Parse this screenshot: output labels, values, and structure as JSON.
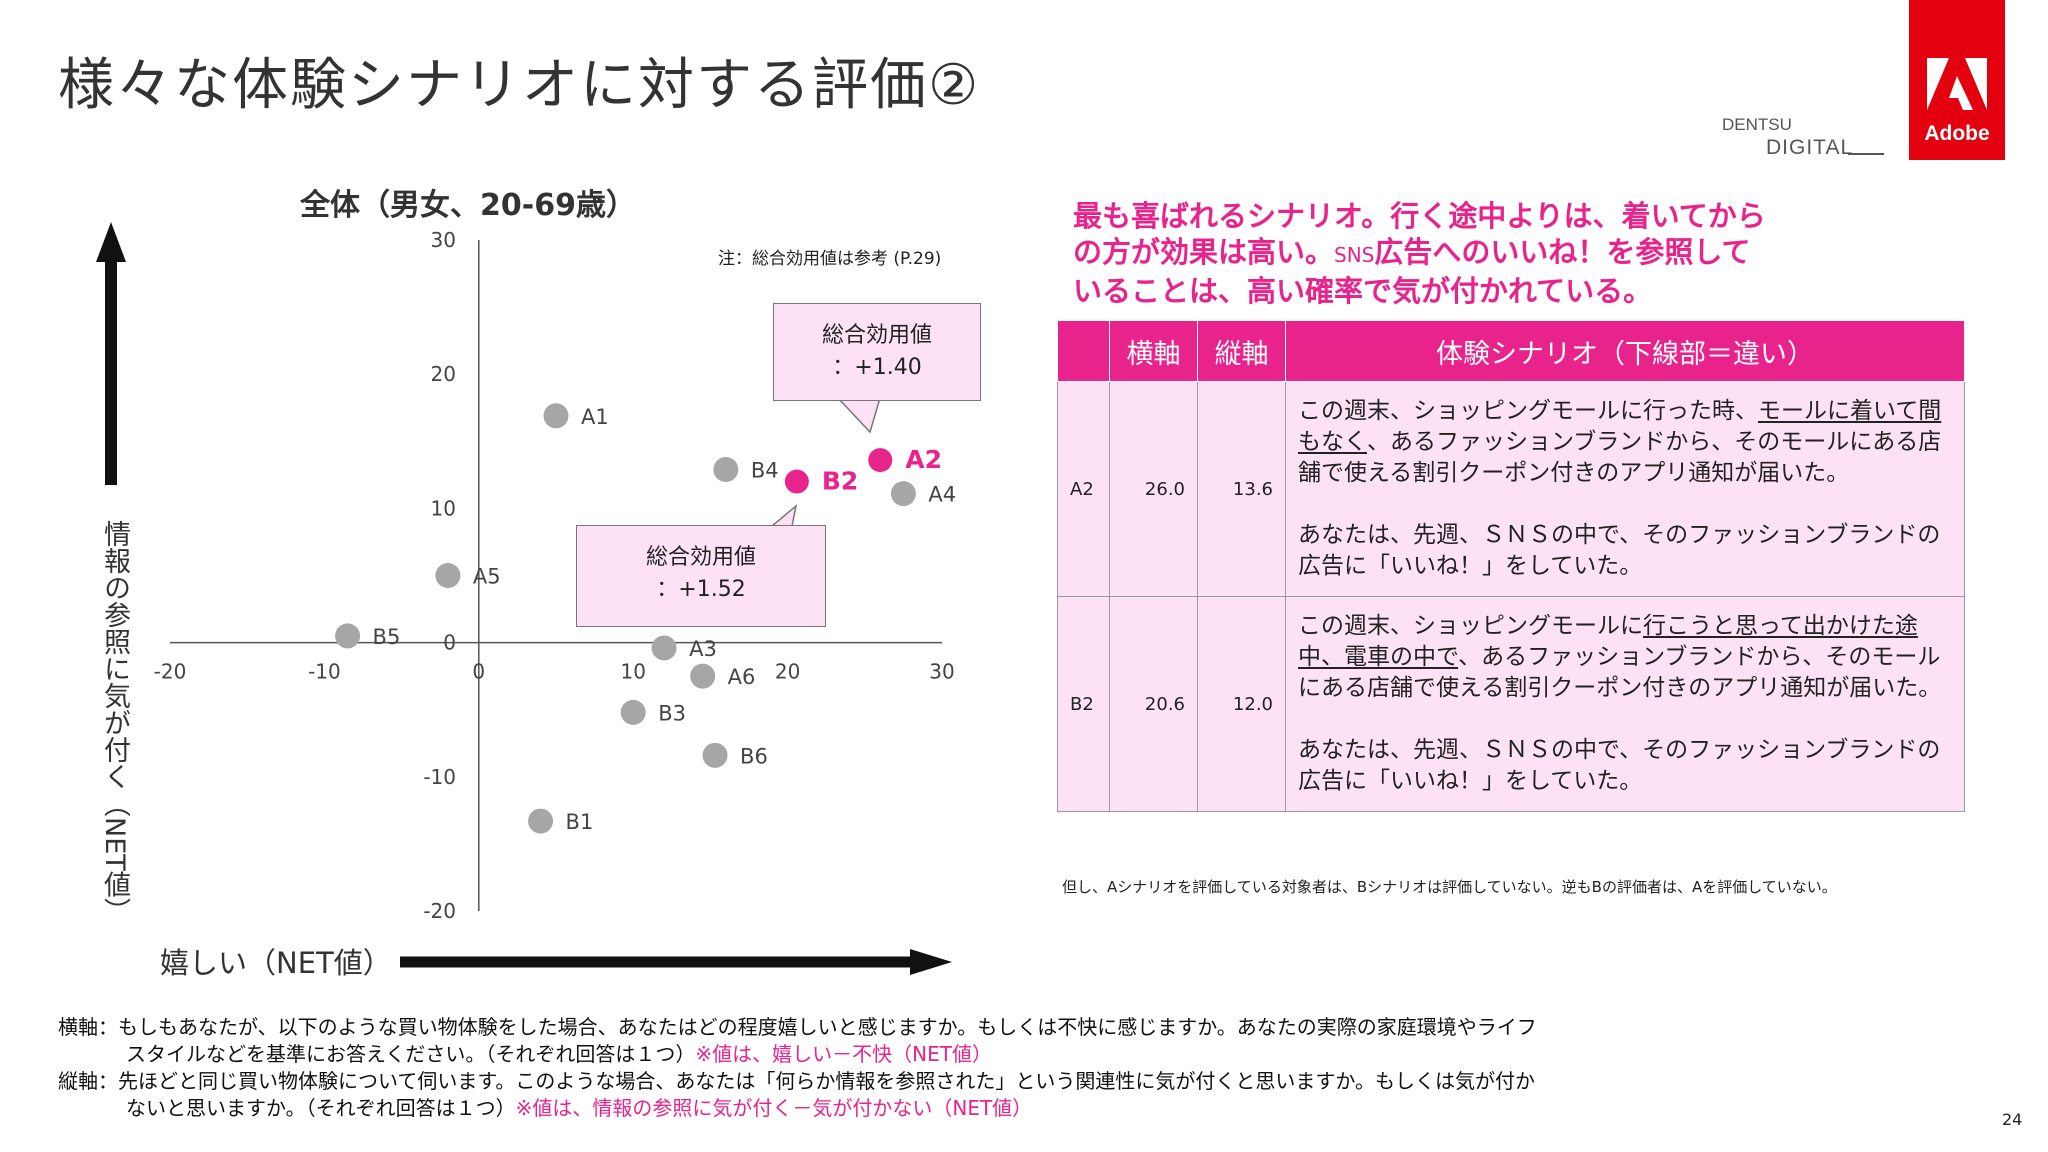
{
  "page": {
    "title": "様々な体験シナリオに対する評価②",
    "page_number": "24"
  },
  "logos": {
    "adobe_text": "Adobe",
    "dentsu_line1": "DENTSU",
    "dentsu_line2": "DIGITAL"
  },
  "chart": {
    "title": "全体（男女、20-69歳）",
    "note": "注：総合効用値は参考 (P.29)",
    "y_label": "情報の参照に気が付く（NET値）",
    "x_label": "嬉しい（NET値）",
    "callout_a2": {
      "title": "総合効用値",
      "value": "：+1.40"
    },
    "callout_b2": {
      "title": "総合効用値",
      "value": "：+1.52"
    }
  },
  "chart_data": {
    "type": "scatter",
    "title": "全体（男女、20-69歳）",
    "xlabel": "嬉しい（NET値）",
    "ylabel": "情報の参照に気が付く（NET値）",
    "xlim": [
      -20,
      30
    ],
    "ylim": [
      -20,
      30
    ],
    "x_ticks": [
      "-20",
      "-10",
      "0",
      "10",
      "20",
      "30"
    ],
    "y_ticks": [
      "30",
      "20",
      "10",
      "0",
      "-10",
      "-20"
    ],
    "grid": false,
    "points": [
      {
        "label": "A1",
        "x": 5.0,
        "y": 16.9,
        "highlight": false
      },
      {
        "label": "A2",
        "x": 26.0,
        "y": 13.6,
        "highlight": true
      },
      {
        "label": "A3",
        "x": 12.0,
        "y": -0.4,
        "highlight": false
      },
      {
        "label": "A4",
        "x": 27.5,
        "y": 11.1,
        "highlight": false
      },
      {
        "label": "A5",
        "x": -2.0,
        "y": 5.0,
        "highlight": false
      },
      {
        "label": "A6",
        "x": 14.5,
        "y": -2.5,
        "highlight": false
      },
      {
        "label": "B1",
        "x": 4.0,
        "y": -13.3,
        "highlight": false
      },
      {
        "label": "B2",
        "x": 20.6,
        "y": 12.0,
        "highlight": true
      },
      {
        "label": "B3",
        "x": 10.0,
        "y": -5.2,
        "highlight": false
      },
      {
        "label": "B4",
        "x": 16.0,
        "y": 12.9,
        "highlight": false
      },
      {
        "label": "B5",
        "x": -8.5,
        "y": 0.5,
        "highlight": false
      },
      {
        "label": "B6",
        "x": 15.3,
        "y": -8.4,
        "highlight": false
      }
    ],
    "colors": {
      "normal": "#a6a6a6",
      "highlight": "#e8238c",
      "axis": "#555555"
    }
  },
  "headline": {
    "line1": "最も喜ばれるシナリオ。行く途中よりは、着いてから",
    "line2_a": "の方が効果は高い。",
    "line2_small": "SNS",
    "line2_b": "広告へのいいね！を参照して",
    "line3": "いることは、高い確率で気が付かれている。"
  },
  "table": {
    "headers": [
      "",
      "横軸",
      "縦軸",
      "体験シナリオ（下線部＝違い）"
    ],
    "rows": [
      {
        "id": "A2",
        "x": "26.0",
        "y": "13.6",
        "p1_pre": "この週末、ショッピングモールに行った時、",
        "p1_u": "モールに着いて間もなく",
        "p1_post": "、あるファッションブランドから、そのモールにある店舗で使える割引クーポン付きのアプリ通知が届いた。",
        "p2": "あなたは、先週、ＳＮＳの中で、そのファッションブランドの広告に「いいね！」をしていた。"
      },
      {
        "id": "B2",
        "x": "20.6",
        "y": "12.0",
        "p1_pre": "この週末、ショッピングモールに",
        "p1_u": "行こうと思って出かけた途中、電車の中で",
        "p1_post": "、あるファッションブランドから、そのモールにある店舗で使える割引クーポン付きのアプリ通知が届いた。",
        "p2": "あなたは、先週、ＳＮＳの中で、そのファッションブランドの広告に「いいね！」をしていた。"
      }
    ],
    "note": "但し、Aシナリオを評価している対象者は、Bシナリオは評価していない。逆もBの評価者は、Aを評価していない。"
  },
  "footer": {
    "x_head": "横軸：",
    "x_line1": "もしもあなたが、以下のような買い物体験をした場合、あなたはどの程度嬉しいと感じますか。もしくは不快に感じますか。あなたの実際の家庭環境やライフ",
    "x_line2": "スタイルなどを基準にお答えください。（それぞれ回答は１つ）",
    "x_note": "※値は、嬉しい－不快（NET値）",
    "y_head": "縦軸：",
    "y_line1": "先ほどと同じ買い物体験について伺います。このような場合、あなたは「何らか情報を参照された」という関連性に気が付くと思いますか。もしくは気が付か",
    "y_line2": "ないと思いますか。（それぞれ回答は１つ）",
    "y_note": "※値は、情報の参照に気が付く－気が付かない（NET値）"
  }
}
